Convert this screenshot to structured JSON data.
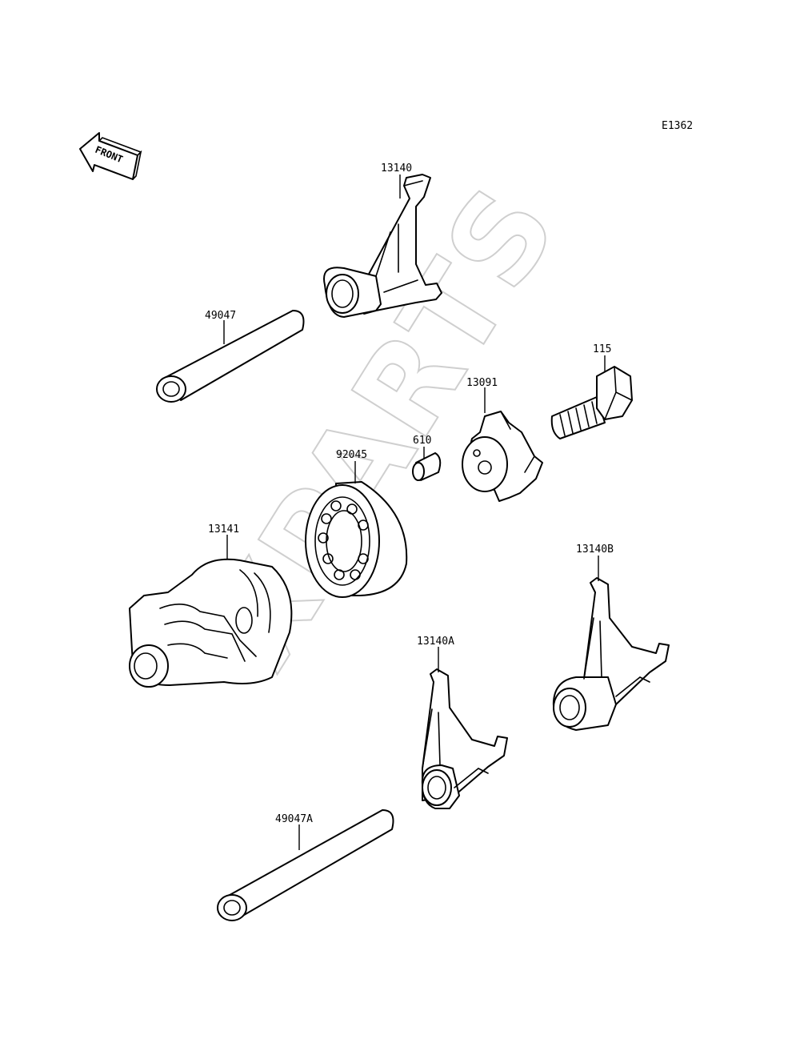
{
  "diagram_code": "E1362",
  "front_label": "FRONT",
  "watermark": "XPARTS",
  "parts": [
    {
      "id": "shift-fork",
      "label": "13140"
    },
    {
      "id": "shaft",
      "label": "49047"
    },
    {
      "id": "bolt",
      "label": "115"
    },
    {
      "id": "cam",
      "label": "13091"
    },
    {
      "id": "pin",
      "label": "610"
    },
    {
      "id": "bearing",
      "label": "92045"
    },
    {
      "id": "shift-drum",
      "label": "13141"
    },
    {
      "id": "shift-fork-b",
      "label": "13140B"
    },
    {
      "id": "shift-fork-a",
      "label": "13140A"
    },
    {
      "id": "shaft-a",
      "label": "49047A"
    }
  ]
}
